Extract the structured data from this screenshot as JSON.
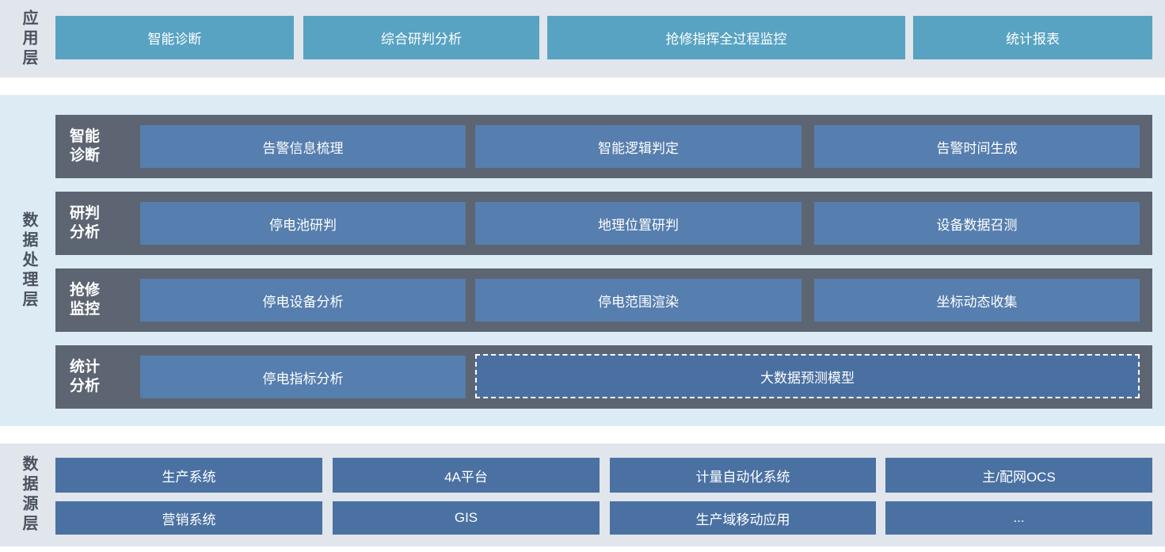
{
  "colors": {
    "band_top_bg": "#e1e5ec",
    "band_middle_bg": "#ddebf5",
    "band_bottom_bg": "#e1e5ec",
    "app_chip": "#58a3c2",
    "process_row_bg": "#5c6571",
    "process_chip": "#567eae",
    "dashed_chip": "#4a70a1",
    "source_chip": "#4a71a2",
    "layer_label_text": "#49525e",
    "chip_text": "#ffffff"
  },
  "app_layer": {
    "label": "应用层",
    "items": [
      "智能诊断",
      "综合研判分析",
      "抢修指挥全过程监控",
      "统计报表"
    ]
  },
  "process_layer": {
    "label": "数据处理层",
    "rows": [
      {
        "label": "智能\n诊断",
        "items": [
          "告警信息梳理",
          "智能逻辑判定",
          "告警时间生成"
        ]
      },
      {
        "label": "研判\n分析",
        "items": [
          "停电池研判",
          "地理位置研判",
          "设备数据召测"
        ]
      },
      {
        "label": "抢修\n监控",
        "items": [
          "停电设备分析",
          "停电范围渲染",
          "坐标动态收集"
        ]
      },
      {
        "label": "统计\n分析",
        "items": [
          "停电指标分析"
        ],
        "dashed_item": "大数据预测模型"
      }
    ]
  },
  "source_layer": {
    "label": "数据源层",
    "row1": [
      "生产系统",
      "4A平台",
      "计量自动化系统",
      "主/配网OCS"
    ],
    "row2": [
      "营销系统",
      "GIS",
      "生产域移动应用",
      "..."
    ]
  }
}
